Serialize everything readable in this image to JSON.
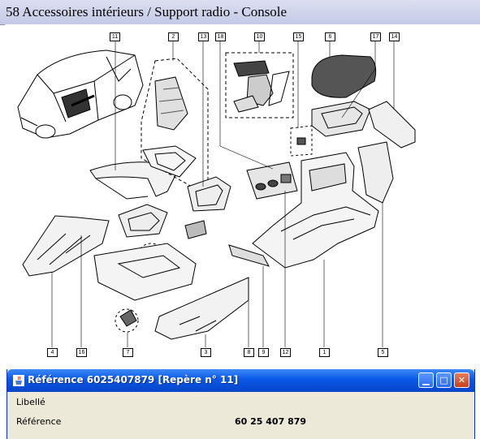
{
  "app": {
    "title": "58 Accessoires intérieurs / Support radio - Console"
  },
  "diagram": {
    "callouts": {
      "c11": "11",
      "c2": "2",
      "c13": "13",
      "c18": "18",
      "c10": "10",
      "c15": "15",
      "c6": "6",
      "c17": "17",
      "c14": "14",
      "c4": "4",
      "c16": "16",
      "c7": "7",
      "c3": "3",
      "c8": "8",
      "c9": "9",
      "c12": "12",
      "c1": "1",
      "c5": "5"
    }
  },
  "detail_window": {
    "title": "Référence 6025407879 [Repère n° 11]",
    "icon": "java-cup-icon",
    "controls": [
      "minimize",
      "maximize",
      "close"
    ],
    "fields": [
      {
        "label": "Libellé",
        "value": ""
      },
      {
        "label": "Référence",
        "value": "60 25 407 879"
      }
    ]
  },
  "colors": {
    "title_bar": "#c8cce8",
    "window_title": "#0a58e6",
    "window_body": "#ece9d8",
    "close_button": "#c4411d"
  }
}
